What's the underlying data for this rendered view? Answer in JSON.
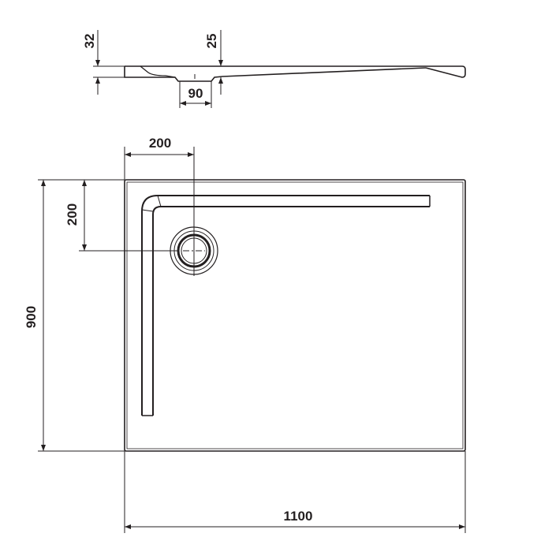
{
  "drawing": {
    "line_color": "#231f20",
    "side_view": {
      "height_label": "32",
      "drain_height_label": "25",
      "drain_width_label": "90"
    },
    "top_view": {
      "drain_offset_x_label": "200",
      "drain_offset_y_label": "200",
      "depth_label": "900",
      "width_label": "1100"
    }
  }
}
